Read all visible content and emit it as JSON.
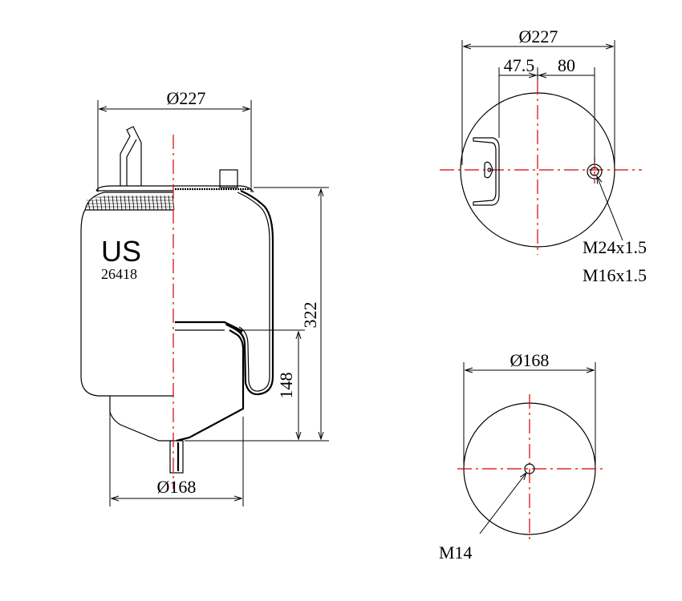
{
  "drawing": {
    "side_view": {
      "brand": "US",
      "part_number": "26418",
      "dim_top_diameter": "Ø227",
      "dim_bottom_diameter": "Ø168",
      "dim_height_total": "322",
      "dim_height_piston": "148"
    },
    "top_view": {
      "dim_diameter": "Ø227",
      "dim_offset_left": "47.5",
      "dim_offset_right": "80",
      "thread_1": "M24x1.5",
      "thread_2": "M16x1.5"
    },
    "bottom_view": {
      "dim_diameter": "Ø168",
      "thread": "M14"
    }
  }
}
